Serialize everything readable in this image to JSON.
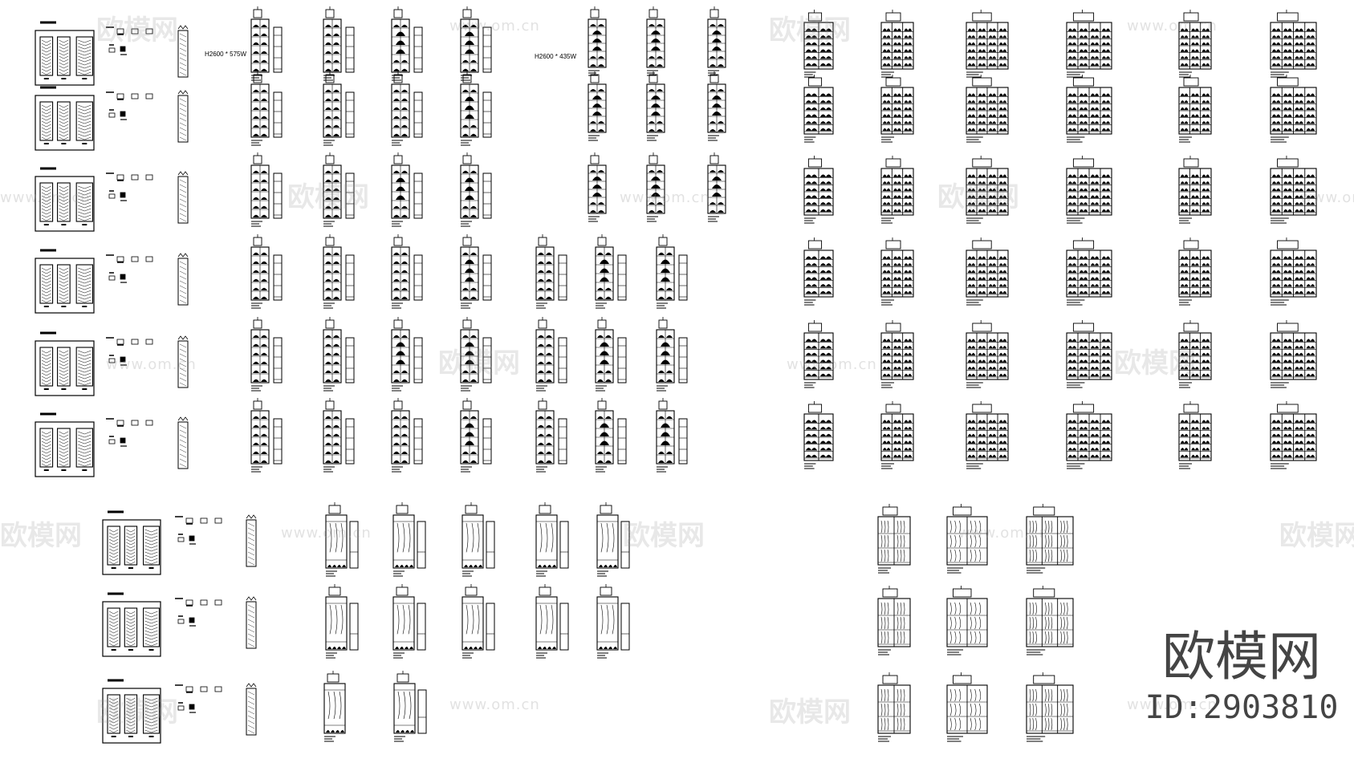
{
  "labels": {
    "dim_a": "H2600 * 575W",
    "dim_b": "H2600 * 435W"
  },
  "watermark": {
    "logo_text": "欧模网",
    "url_text": "www.om.cn"
  },
  "brand": {
    "logo_text": "欧模网",
    "id_text": "ID:2903810"
  },
  "colors": {
    "line": "#000000",
    "watermark": "#969696",
    "brand": "#444444"
  }
}
